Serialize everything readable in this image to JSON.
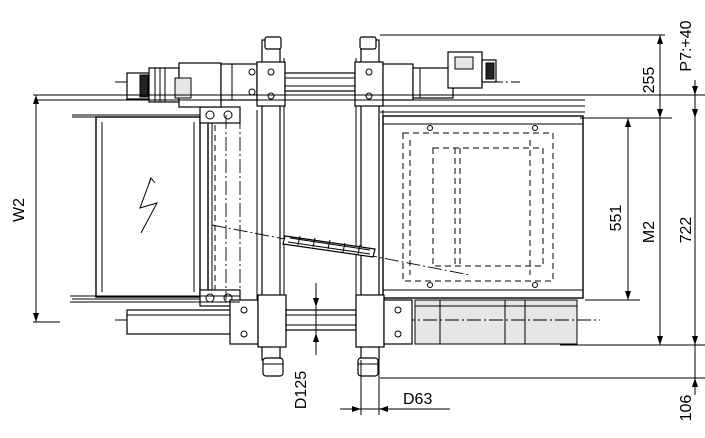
{
  "dimensions": {
    "w2": "W2",
    "p7": "P7:+40",
    "d255": "255",
    "d551": "551",
    "m2": "M2",
    "d722": "722",
    "d106": "106",
    "d125": "D125",
    "d63": "D63"
  }
}
